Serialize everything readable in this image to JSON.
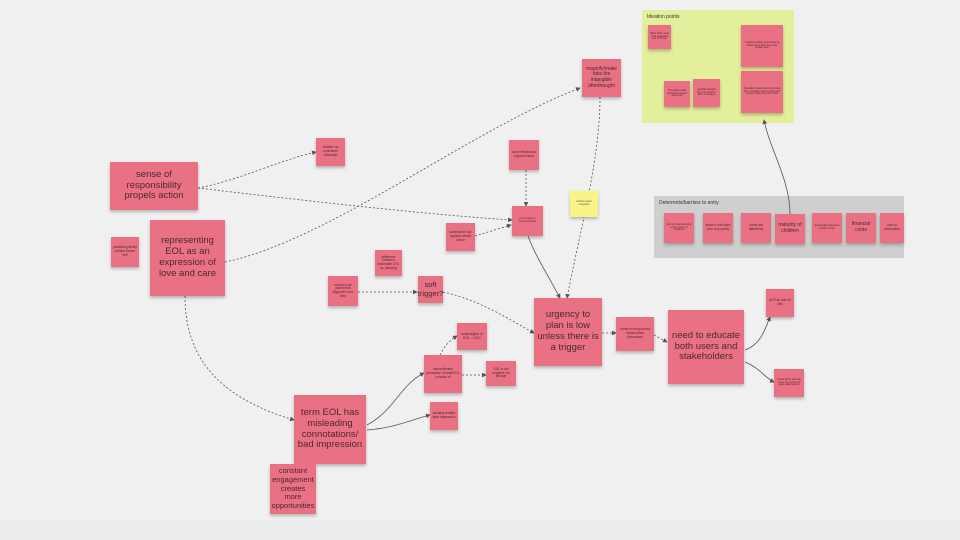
{
  "frames": {
    "ideation": {
      "title": "Ideation points"
    },
    "deterrents": {
      "title": "Deterrents/barriers to entry"
    }
  },
  "notes": {
    "sense_of_responsibility": "sense of responsibility propels action",
    "representing_eol": "representing EOL as an expression of love and care",
    "term_eol_misleading": "term EOL has misleading connotations/ bad impression",
    "constant_engagement": "constant engagement creates more opportunities",
    "urgency_low": "urgency to plan is low unless there is a trigger",
    "need_to_educate": "need to educate both users and stakeholders",
    "magnify_make": "magnify/make tabs the intangible afterthought",
    "soft_trigger": "soft trigger?",
    "prioritizing_family": "prioritizing family welfare before self",
    "children_motivators": "children as motivators /dissuade",
    "some_influencers": "some influencers a good reason",
    "no_emergency": "no emergency communication",
    "subsequent_upgrades": "subsequent top updates attract action",
    "difference_between": "difference between actionable EOL vs. planning",
    "source_as_trigger": "source to be planned as trigger/at more time",
    "small_stigma": "small stigma of EOL -> DLD",
    "narrow_perception": "narrow/limited perception of what EOL consists of",
    "eol_not_negative": "EOL is not negative but strange",
    "wording_creates": "wording creates false impression",
    "areas_of_living": "Areas of living money /estate plans (insurance)",
    "acp_discussion": "ACP as one-off talk",
    "needs_full_access": "needs full to educate users from self / all ages stakeholders",
    "sticky_small": "stickies aren't complete",
    "id_1": "SELL EOL need to be expected (an IT trend)",
    "id_2": "Ongoing places intrinsically to (short-term) shift view over certain time",
    "id_3": "The bottom EOL should be scaled same site",
    "id_4": "possible thought from one kind of EOL in product",
    "id_5": "Standard create kind of process from one EOL area to get better involved planning into chore",
    "det_1": "lack of understanding of the cause of incidence",
    "det_2": "death a cold topic cure of property",
    "det_3": "forms are deterrents",
    "det_4": "maturity of children",
    "det_5": "Knowledge relevance to lack of info",
    "det_6": "financial costs",
    "det_7": "lack of information"
  }
}
